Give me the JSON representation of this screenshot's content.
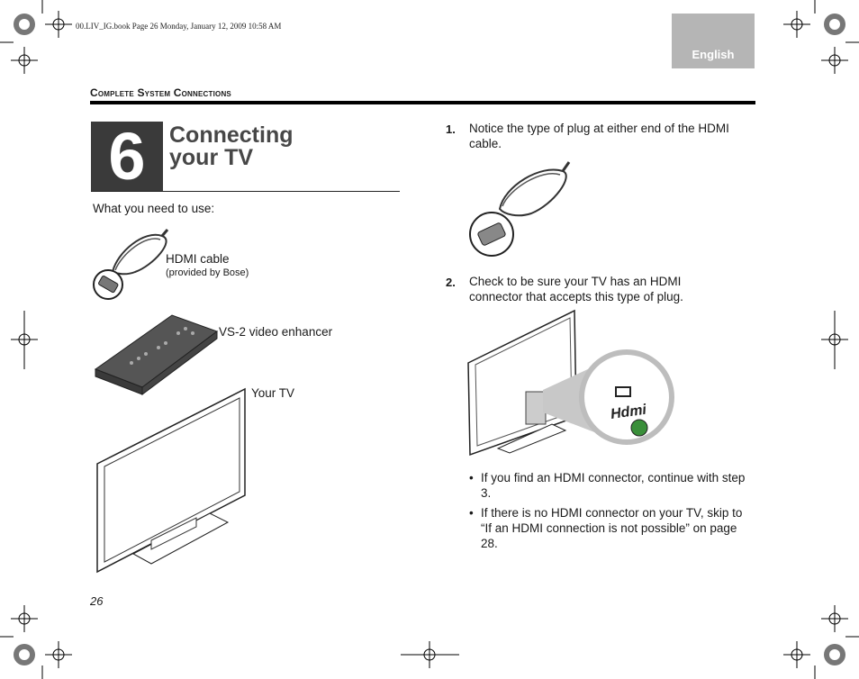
{
  "slug": "00.LIV_IG.book  Page 26  Monday, January 12, 2009  10:58 AM",
  "language_tab": "English",
  "section_title": "Complete System Connections",
  "step_number": "6",
  "chapter_title_line1": "Connecting",
  "chapter_title_line2": "your TV",
  "need_intro": "What you need to use:",
  "items": {
    "hdmi_cable": "HDMI cable",
    "hdmi_cable_note": "(provided by Bose)",
    "vs2": "VS-2 video enhancer",
    "tv": "Your TV"
  },
  "steps": [
    {
      "num": "1.",
      "text": "Notice the type of plug at either end of the HDMI cable."
    },
    {
      "num": "2.",
      "text": "Check to be sure your TV has an HDMI connector that accepts this type of plug."
    }
  ],
  "bullets": [
    "If you find an HDMI connector, continue with step 3.",
    "If there is no HDMI connector on your TV, skip to “If an HDMI connection is not possible” on page 28."
  ],
  "hdmi_logo_text": "Hdmi",
  "page_number": "26"
}
